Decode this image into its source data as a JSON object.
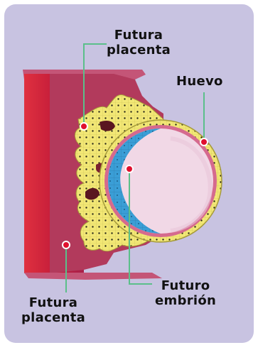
{
  "labels": {
    "top_placenta": [
      "Futura",
      "placenta"
    ],
    "egg": "Huevo",
    "embryo": [
      "Futuro",
      "embrión"
    ],
    "bottom_placenta": [
      "Futura",
      "placenta"
    ]
  },
  "colors": {
    "card_background": "#c8c3e1",
    "uterine_wall": "#c41d3a",
    "villi_tissue": "#b23a5c",
    "trophoblast": "#f2e775",
    "embryo": "#3a9ed6",
    "yolk_sac": "#f1d8e6",
    "leader_lines": "#5bbf8a",
    "dots": "#e0102e"
  }
}
